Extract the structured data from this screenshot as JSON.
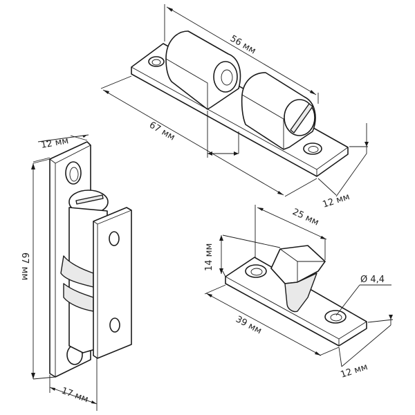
{
  "dimensions": {
    "top_length": "56 мм",
    "top_total": "67 мм",
    "top_width": "12 мм",
    "left_width": "12 мм",
    "left_height": "67 мм",
    "left_depth": "17 мм",
    "right_catch_length": "25 мм",
    "right_height": "14 мм",
    "right_total": "39 мм",
    "right_width": "12 мм",
    "right_hole_diameter": "Ø 4,4"
  },
  "colors": {
    "line": "#1a1a1a",
    "shade": "#e9e9e9",
    "background": "#ffffff"
  }
}
